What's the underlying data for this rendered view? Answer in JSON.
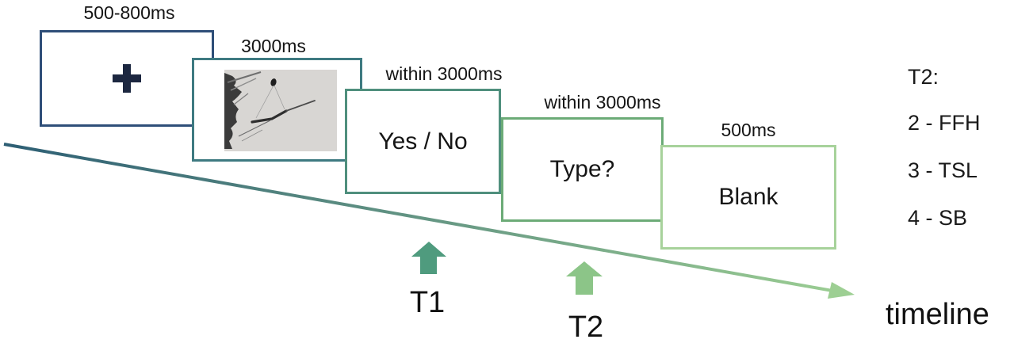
{
  "figure": {
    "stages": [
      {
        "name": "fixation",
        "duration_label": "500-800ms",
        "content": "+",
        "border_color": "#2e4e78"
      },
      {
        "name": "picture",
        "duration_label": "3000ms",
        "content": "",
        "border_color": "#3e7a81"
      },
      {
        "name": "t1-question",
        "duration_label": "within 3000ms",
        "content": "Yes / No",
        "border_color": "#4f8f7d"
      },
      {
        "name": "t2-question",
        "duration_label": "within 3000ms",
        "content": "Type?",
        "border_color": "#6cab77"
      },
      {
        "name": "blank",
        "duration_label": "500ms",
        "content": "Blank",
        "border_color": "#a7d29b"
      }
    ],
    "markers": [
      {
        "label": "T1",
        "color": "#4f9b7e"
      },
      {
        "label": "T2",
        "color": "#8cc588"
      }
    ],
    "timeline": {
      "label": "timeline",
      "start_color": "#2d5e74",
      "end_color": "#9dcf93"
    },
    "legend": {
      "title": "T2:",
      "items": [
        "2 - FFH",
        "3 - TSL",
        "4 - SB"
      ]
    }
  }
}
